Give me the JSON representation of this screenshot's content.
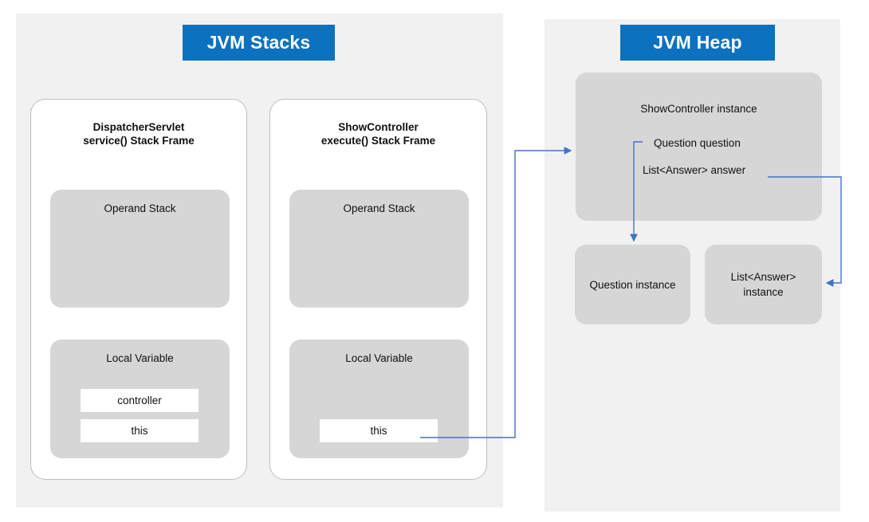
{
  "diagram": {
    "stacks_panel": {
      "title": "JVM Stacks",
      "frames": [
        {
          "title_line1": "DispatcherServlet",
          "title_line2": "service() Stack Frame",
          "operand_label": "Operand Stack",
          "local_label": "Local Variable",
          "slots": [
            "controller",
            "this"
          ]
        },
        {
          "title_line1": "ShowController",
          "title_line2": "execute() Stack Frame",
          "operand_label": "Operand Stack",
          "local_label": "Local Variable",
          "slots": [
            "this"
          ]
        }
      ]
    },
    "heap_panel": {
      "title": "JVM Heap",
      "instance_box": {
        "label": "ShowController instance",
        "fields": [
          "Question question",
          "List<Answer> answer"
        ]
      },
      "objects": [
        {
          "label": "Question instance"
        },
        {
          "label_line1": "List<Answer>",
          "label_line2": "instance"
        }
      ]
    },
    "colors": {
      "badge_blue": "#0c71bf",
      "panel_gray": "#f1f1f1",
      "box_gray": "#d6d6d6",
      "arrow_blue": "#4472c4",
      "slot_white": "#ffffff",
      "text_black": "#111111"
    }
  }
}
